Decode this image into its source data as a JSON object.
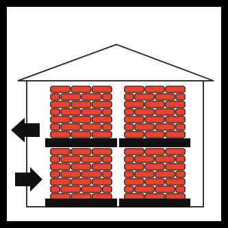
{
  "symbol": {
    "subject": "warehouse-with-stacked-brick-pallets",
    "arrows": [
      "outbound",
      "inbound"
    ]
  },
  "colors": {
    "frame": "#000000",
    "background": "#ffffff",
    "building_outline": "#333333",
    "brick_fill": "#e8432e",
    "brick_outline": "#1a1a1a",
    "pallet": "#111111",
    "arrow": "#111111"
  }
}
